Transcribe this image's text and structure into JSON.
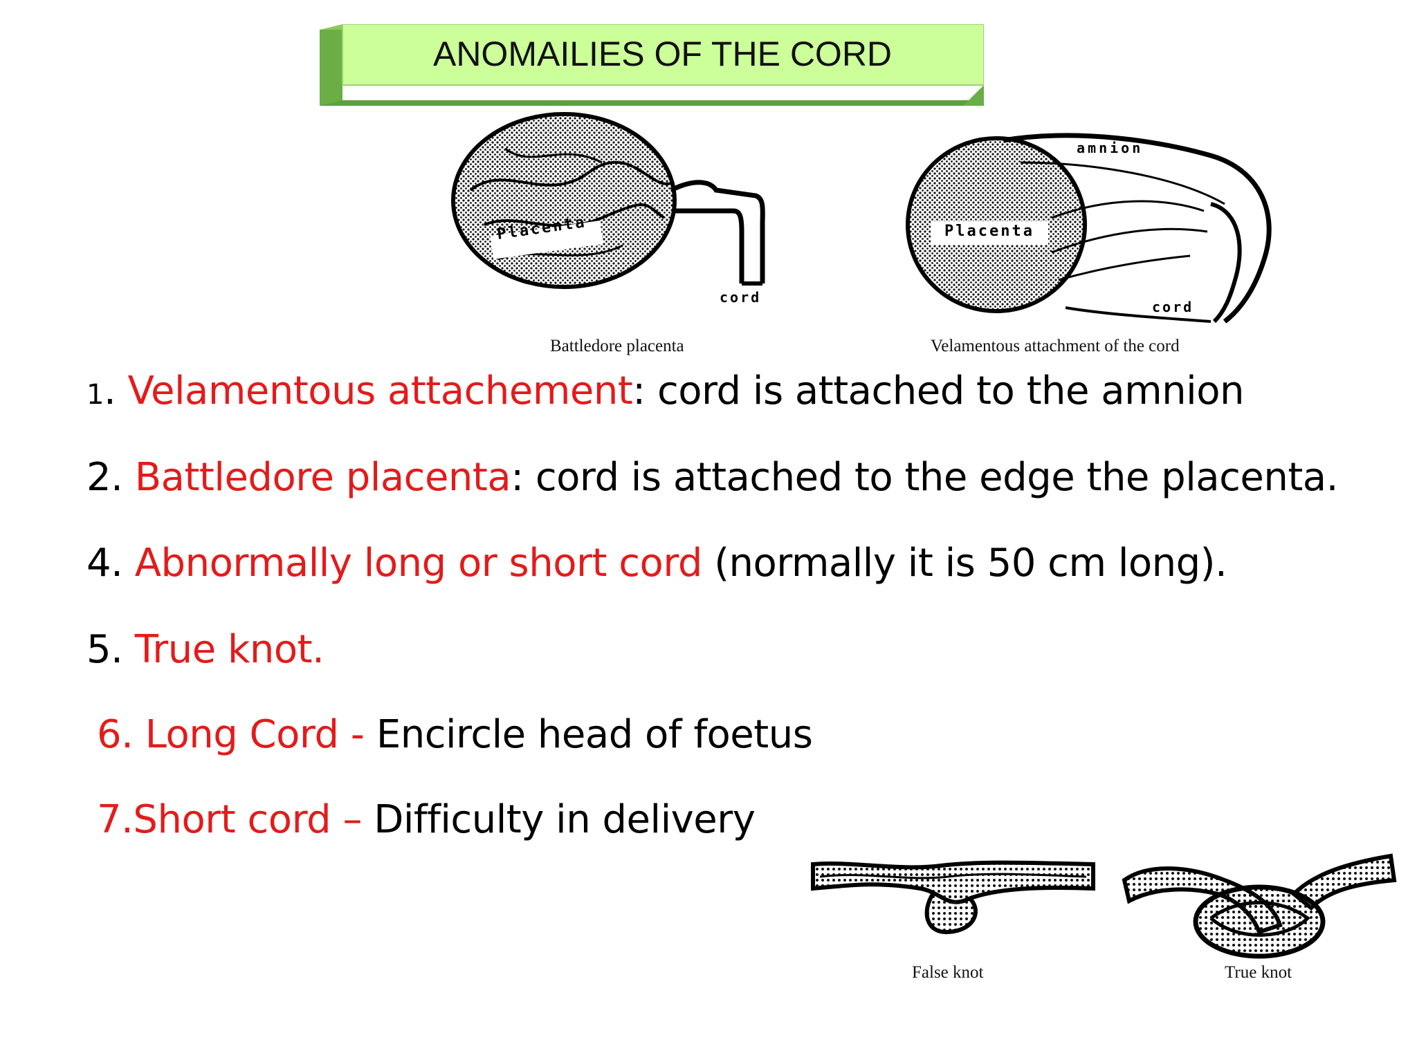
{
  "title": "ANOMAILIES OF THE CORD",
  "figures": {
    "battledore": {
      "caption": "Battledore placenta",
      "labels": {
        "placenta": "Placenta",
        "cord": "cord"
      }
    },
    "velamentous": {
      "caption": "Velamentous attachment of the cord",
      "labels": {
        "placenta": "Placenta",
        "amnion": "amnion",
        "cord": "cord"
      }
    },
    "false_knot": {
      "caption": "False knot"
    },
    "true_knot": {
      "caption": "True knot"
    }
  },
  "items": [
    {
      "num": "1",
      "sep": ". ",
      "term": "Velamentous attachement",
      "desc": ": cord is attached to the amnion"
    },
    {
      "num": "2. ",
      "term": "Battledore placenta",
      "desc": ": cord is attached to the edge the placenta."
    },
    {
      "num": "4. ",
      "term": "Abnormally long or short cord",
      "desc": " (normally it is 50 cm long)."
    },
    {
      "num": "5. ",
      "term": "True knot."
    },
    {
      "term": "6. Long Cord  - ",
      "desc": "Encircle head of foetus"
    },
    {
      "term": "7.Short cord – ",
      "desc": "Difficulty in delivery"
    }
  ],
  "colors": {
    "title_fill": "#ccff99",
    "title_side": "#6aae45",
    "accent_red": "#e31b1b"
  }
}
